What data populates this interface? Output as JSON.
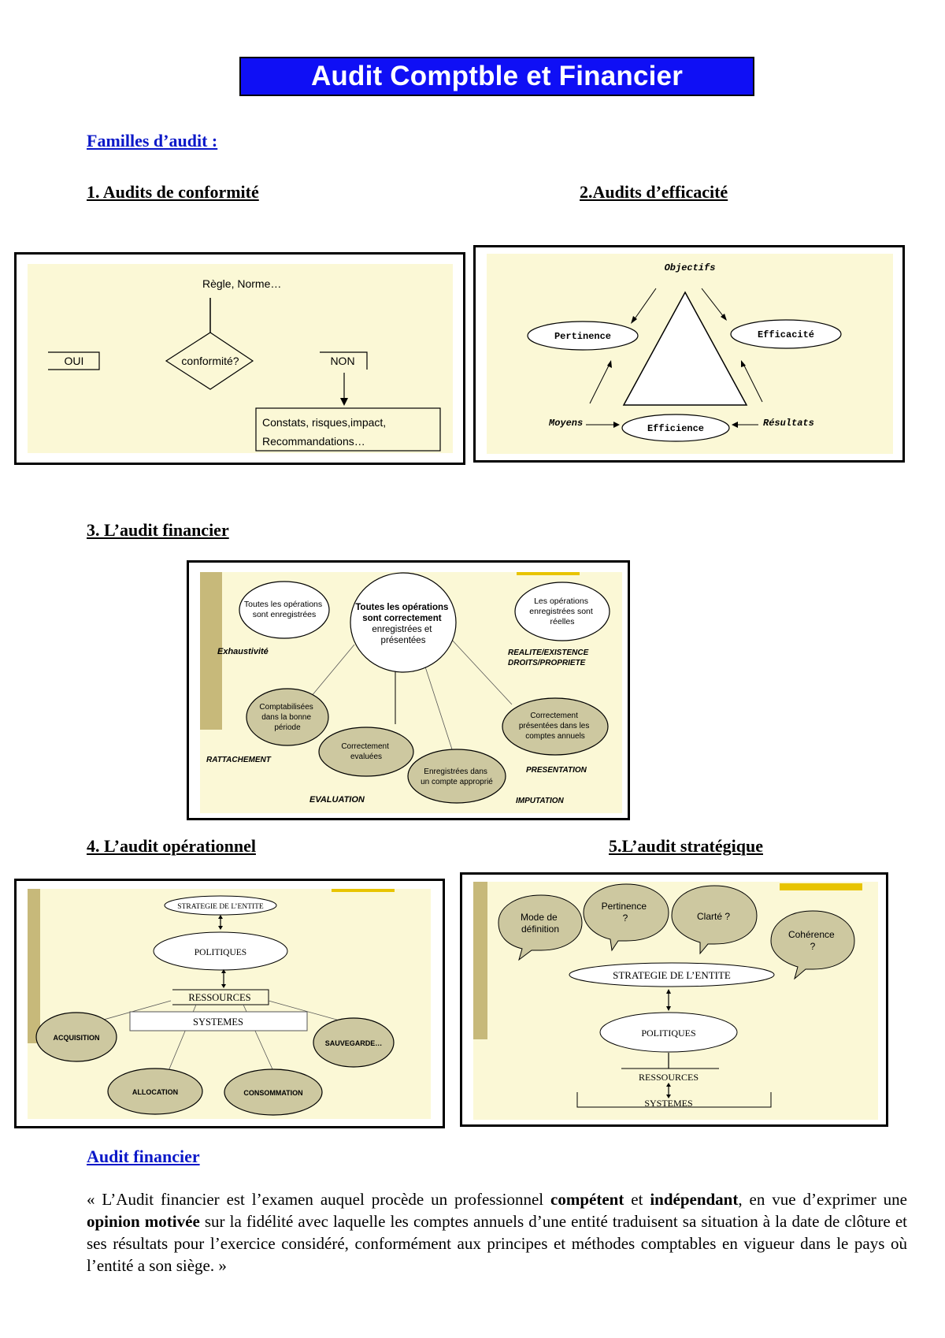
{
  "title": "Audit Comptble et Financier",
  "familles_heading": "Familles d’audit :",
  "section1": {
    "heading": "1. Audits de conformité",
    "regle": "Règle, Norme…",
    "oui": "OUI",
    "question": "conformité?",
    "non": "NON",
    "result_line1": "Constats, risques,impact,",
    "result_line2": "Recommandations…"
  },
  "section2": {
    "heading": "2.Audits d’efficacité",
    "objectifs": "Objectifs",
    "pertinence": "Pertinence",
    "efficacite": "Efficacité",
    "efficience": "Efficience",
    "moyens": "Moyens",
    "resultats": "Résultats"
  },
  "section3": {
    "heading": "3. L’audit financier",
    "bubble_left": [
      "Toutes les opérations",
      "sont enregistrées"
    ],
    "bubble_center": [
      "Toutes les opérations",
      "sont correctement",
      "enregistrées et",
      "présentées"
    ],
    "bubble_right": [
      "Les opérations",
      "enregistrées sont",
      "réelles"
    ],
    "exhaustivite": "Exhaustivité",
    "realite": [
      "REALITE/EXISTENCE",
      "DROITS/PROPRIETE"
    ],
    "oval_periode": [
      "Comptabilisées",
      "dans la bonne",
      "période"
    ],
    "oval_evaluees": [
      "Correctement",
      "evaluées"
    ],
    "oval_compte": [
      "Enregistrées dans",
      "un compte approprié"
    ],
    "oval_presentees": [
      "Correctement",
      "présentées dans les",
      "comptes annuels"
    ],
    "rattachement": "RATTACHEMENT",
    "evaluation": "EVALUATION",
    "presentation": "PRESENTATION",
    "imputation": "IMPUTATION"
  },
  "section4": {
    "heading": "4. L’audit opérationnel",
    "strategie": "STRATEGIE DE L’ENTITE",
    "politiques": "POLITIQUES",
    "ressources": "RESSOURCES",
    "systemes": "SYSTEMES",
    "acquisition": "ACQUISITION",
    "sauvegarde": "SAUVEGARDE…",
    "allocation": "ALLOCATION",
    "consommation": "CONSOMMATION"
  },
  "section5": {
    "heading": "5.L’audit stratégique",
    "bubble1": [
      "Mode de",
      "définition"
    ],
    "bubble2": [
      "Pertinence",
      "?"
    ],
    "bubble3": [
      "Clarté ?"
    ],
    "bubble4": [
      "Cohérence",
      "?"
    ],
    "strategie": "STRATEGIE DE L’ENTITE",
    "politiques": "POLITIQUES",
    "ressources": "RESSOURCES",
    "systemes": "SYSTEMES"
  },
  "audit_financier": {
    "heading": "Audit financier",
    "q1": "« L’Audit financier est l’examen auquel procède un professionnel ",
    "b1": "compétent",
    "q2": " et ",
    "b2": "indépendant",
    "q3": ", en vue d’exprimer une ",
    "b3": "opinion motivée",
    "q4": " sur la fidélité avec laquelle les comptes annuels d’une entité traduisent sa situation à la date de clôture et ses résultats pour l’exercice considéré, conformément aux principes et méthodes comptables en vigueur dans le pays où l’entité a son siège. »"
  }
}
